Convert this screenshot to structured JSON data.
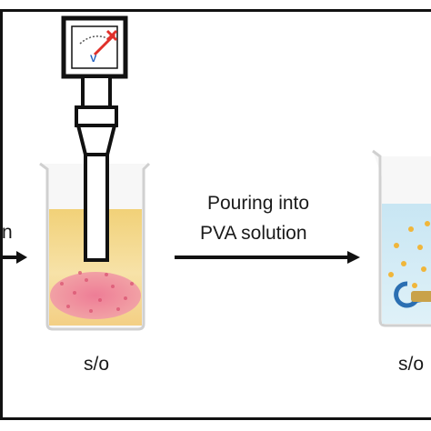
{
  "left_edge_text": "n",
  "left_beaker_label": "s/o",
  "arrow_caption_line1": "Pouring into",
  "arrow_caption_line2": "PVA solution",
  "right_beaker_label": "s/o",
  "meter_symbol": "V",
  "colors": {
    "frame": "#111111",
    "probe_fill": "#ffffff",
    "beaker_glass": "#f6f6f6",
    "oil_phase": "#f3d58a",
    "pink_particles": "#e8708a",
    "water_phase": "#cfeaf5",
    "droplets": "#f0b63a",
    "stirrer": "#2b6fb2",
    "needle": "#e0302a",
    "meter_letter": "#1f5fbf"
  }
}
